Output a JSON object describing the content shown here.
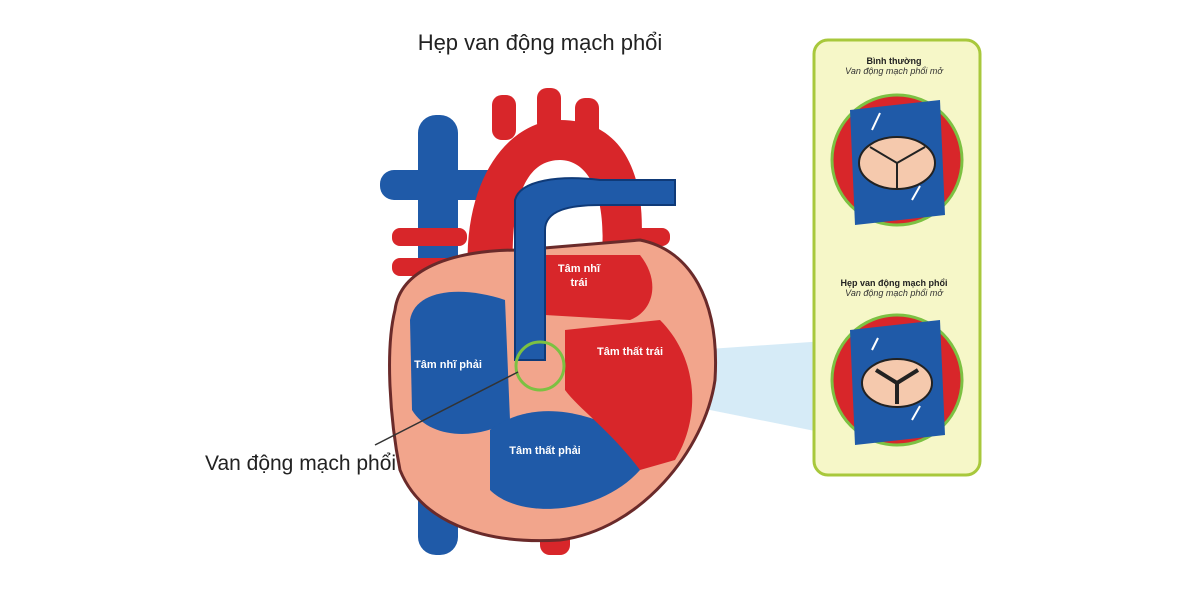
{
  "title": "Hẹp van động mạch phổi",
  "pointer_label": "Van động mạch phổi",
  "chambers": {
    "left_atrium": "Tâm nhĩ trái",
    "right_atrium": "Tâm nhĩ phải",
    "left_ventricle": "Tâm thất trái",
    "right_ventricle": "Tâm thất phải"
  },
  "panel": {
    "normal": {
      "heading": "Bình thường",
      "subtitle": "Van động mạch phổi mở"
    },
    "stenosis": {
      "heading": "Hẹp van động mạch phổi",
      "subtitle": "Van động mạch phổi mở"
    }
  },
  "colors": {
    "blood_blue": "#1f5aa8",
    "blood_red": "#d8262a",
    "heart_wall": "#f2a58c",
    "panel_bg": "#f6f7c8",
    "panel_border": "#a8c83c",
    "valve_ring": "#7cc142"
  }
}
